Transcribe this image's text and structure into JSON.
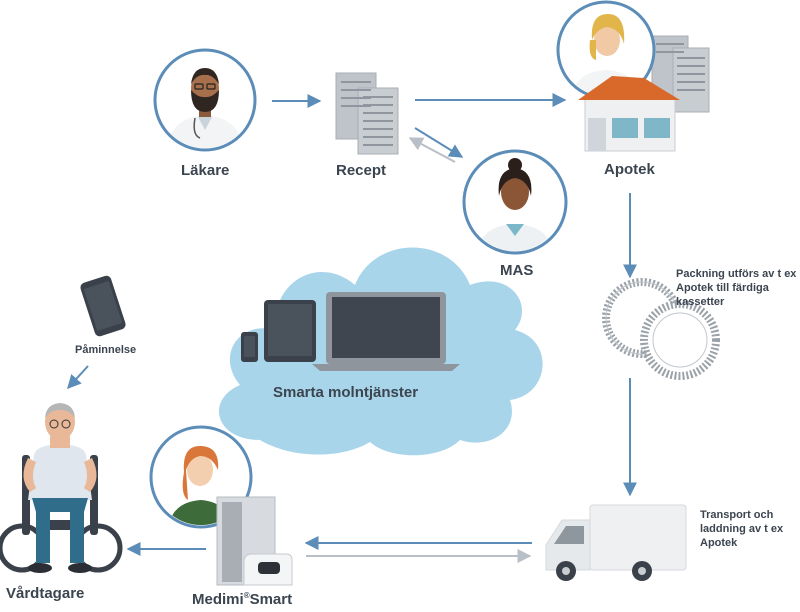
{
  "nodes": {
    "lakare": "Läkare",
    "recept": "Recept",
    "apotek": "Apotek",
    "mas": "MAS",
    "cloud": "Smarta molntjänster",
    "paminnelse": "Påminnelse",
    "vardtagare": "Vårdtagare",
    "medimi_prefix": "Medimi",
    "medimi_mark": "®",
    "medimi_suffix": "Smart",
    "packning": "Packning utförs av t ex Apotek till färdiga kassetter",
    "transport": "Transport och laddning av t ex Apotek"
  },
  "colors": {
    "ring": "#5b8db8",
    "arrow": "#5b8db8",
    "arrow_return": "#b8bfc7",
    "cloud": "#a9d5ea",
    "device": "#3a414a",
    "paper": "#bfc4ca",
    "roof": "#d9692a"
  }
}
